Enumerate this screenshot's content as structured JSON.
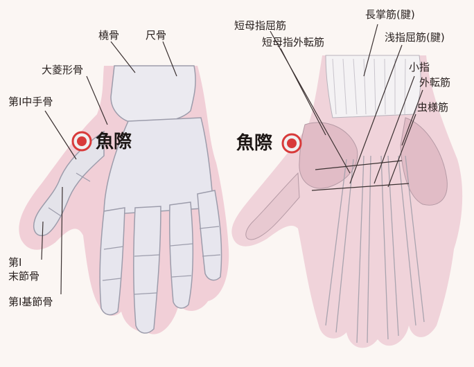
{
  "left_hand": {
    "labels": {
      "radius": "橈骨",
      "ulna": "尺骨",
      "trapezium": "大菱形骨",
      "first_metacarpal": "第Ⅰ中手骨",
      "distal_phalanx_line1": "第Ⅰ",
      "distal_phalanx_line2": "末節骨",
      "proximal_phalanx": "第Ⅰ基節骨"
    },
    "acupoint": "魚際"
  },
  "right_hand": {
    "labels": {
      "fpb": "短母指屈筋",
      "apb": "短母指外転筋",
      "palmaris_longus": "長掌筋(腱)",
      "fds": "浅指屈筋(腱)",
      "adm_line1": "小指",
      "adm_line2": "外転筋",
      "lumbricals": "虫様筋"
    },
    "acupoint": "魚際"
  },
  "colors": {
    "background": "#fbf6f3",
    "skin": "#f1cfd7",
    "bone": "#e9e9ef",
    "bone_shadow": "#9c9cab",
    "muscle": "#e6c7cf",
    "tendon": "#f4f2f4",
    "point_ring": "#d83a3a",
    "point_fill": "#f0f0f0",
    "leader_line": "#3a3030"
  }
}
